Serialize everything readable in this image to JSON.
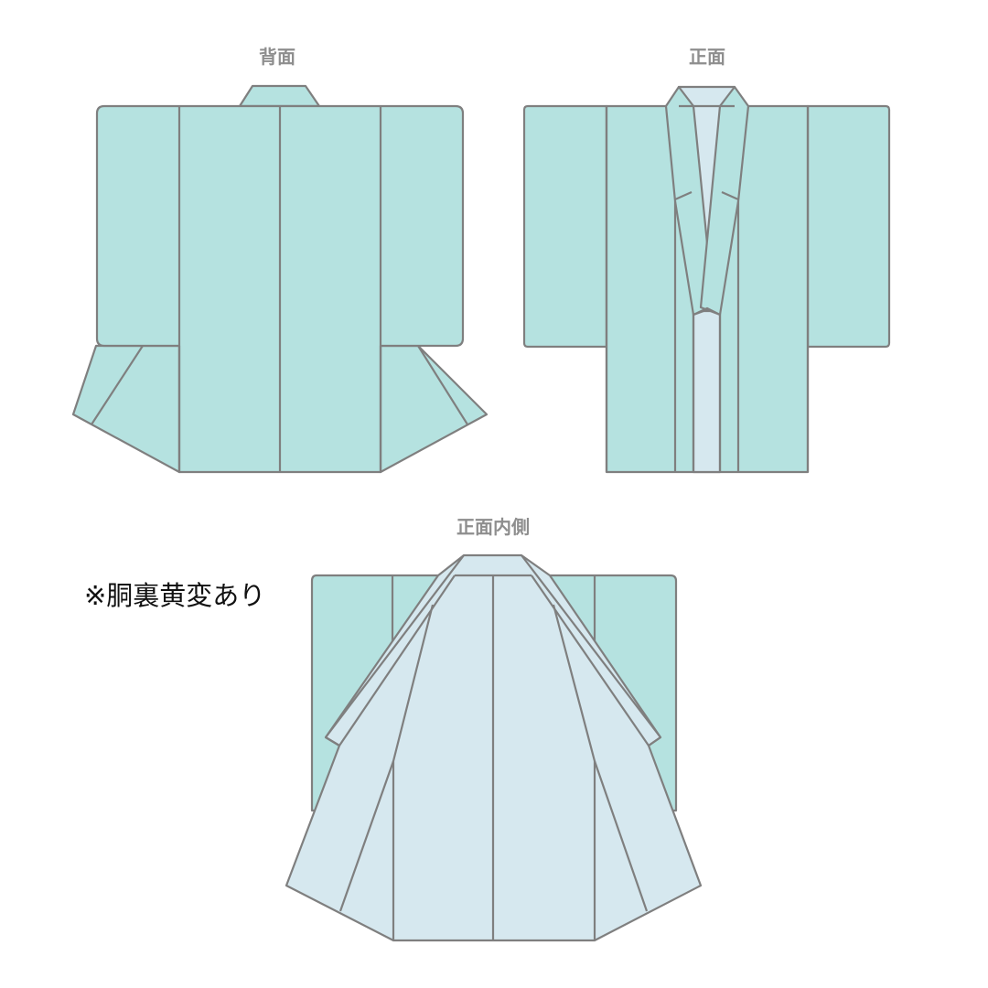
{
  "labels": {
    "back": "背面",
    "front": "正面",
    "front_inside": "正面内側"
  },
  "note": "※胴裏黄変あり",
  "colors": {
    "outer_fabric": "#b5e2e0",
    "lining": "#d6e8ef",
    "outline": "#7f7f7f",
    "label_text": "#8e8e8e"
  }
}
